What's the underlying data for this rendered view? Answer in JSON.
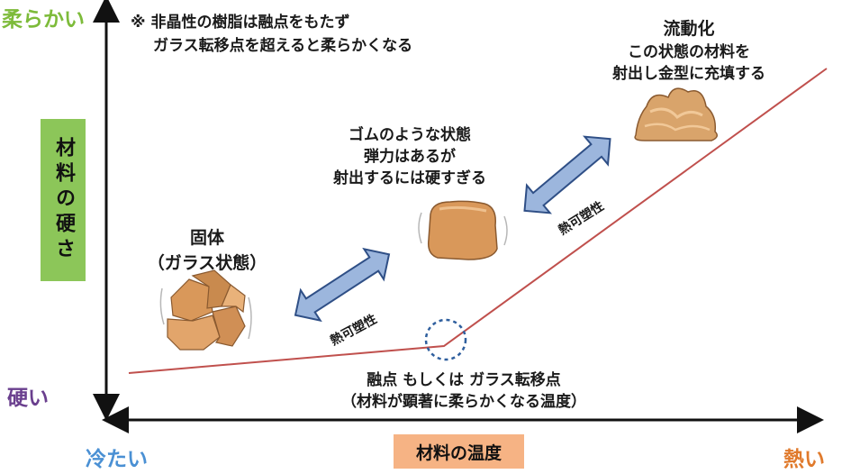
{
  "axes": {
    "y_top_label": "柔らかい",
    "y_bottom_label": "硬い",
    "x_left_label": "冷たい",
    "x_right_label": "熱い",
    "y_title": "材料の硬さ",
    "x_title": "材料の温度"
  },
  "note": {
    "line1": "※ 非晶性の樹脂は融点をもたず",
    "line2": "ガラス転移点を超えると柔らかくなる"
  },
  "states": {
    "solid": {
      "line1": "固体",
      "line2": "（ガラス状態）"
    },
    "rubber": {
      "line1": "ゴムのような状態",
      "line2": "弾力はあるが",
      "line3": "射出するには硬すぎる"
    },
    "fluid": {
      "line1": "流動化",
      "line2": "この状態の材料を",
      "line3": "射出し金型に充填する"
    }
  },
  "transition": {
    "line1": "融点 もしくは ガラス転移点",
    "line2": "（材料が顕著に柔らかくなる温度）"
  },
  "arrows": {
    "left_label": "熱可塑性",
    "right_label": "熱可塑性"
  },
  "colors": {
    "curve": "#c0504d",
    "arrow_fill": "#9cb6dd",
    "arrow_stroke": "#2f4f86",
    "y_box": "#8cc659",
    "x_box": "#f6b384",
    "material": "#d9985a"
  }
}
